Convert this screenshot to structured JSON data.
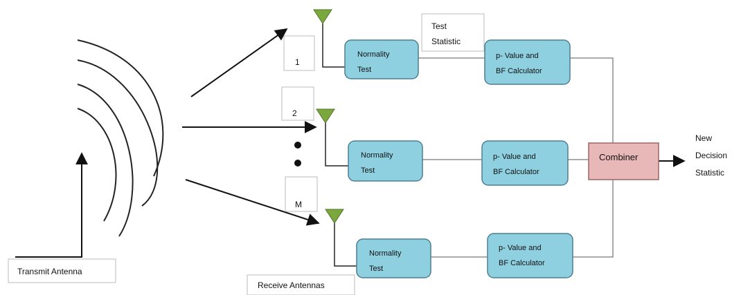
{
  "labels": {
    "transmit_antenna": "Transmit Antenna",
    "receive_antennas": "Receive Antennas",
    "test_statistic_line1": "Test",
    "test_statistic_line2": "Statistic",
    "antenna_1": "1",
    "antenna_2": "2",
    "antenna_m": "M",
    "output_line1": "New",
    "output_line2": "Decision",
    "output_line3": "Statistic"
  },
  "blocks": {
    "normality_line1": "Normality",
    "normality_line2": "Test",
    "pvalue_line1": "p- Value and",
    "pvalue_line2": "BF Calculator",
    "combiner": "Combiner"
  },
  "colors": {
    "block_fill": "#8ecfe0",
    "block_stroke": "#4d7f92",
    "combiner_fill": "#e8b7b7",
    "combiner_stroke": "#9a6767",
    "antenna_fill": "#7aa83c",
    "line": "#222222"
  }
}
